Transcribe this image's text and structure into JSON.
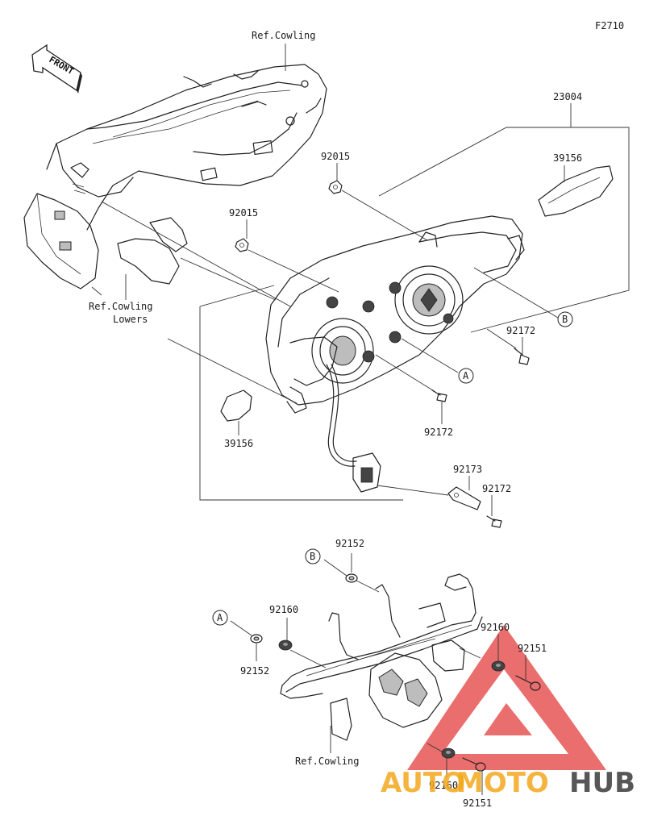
{
  "diagram": {
    "figure_code": "F2710",
    "front_label": "FRONT",
    "ref_cowling_top": "Ref.Cowling",
    "ref_cowling_lowers_line1": "Ref.Cowling",
    "ref_cowling_lowers_line2": "Lowers",
    "ref_cowling_bottom": "Ref.Cowling",
    "parts": {
      "headlight_assembly": "23004",
      "cover_right": "39156",
      "cover_left": "39156",
      "nut_upper": "92015",
      "nut_lower": "92015",
      "screw_right": "92172",
      "screw_center": "92172",
      "screw_lower": "92172",
      "plate": "92173",
      "collar_b": "92152",
      "collar_a": "92152",
      "damper_left": "92160",
      "damper_right": "92160",
      "damper_bottom": "92160",
      "bolt_right": "92151",
      "bolt_bottom": "92151"
    },
    "markers": {
      "a_upper": "A",
      "b_upper": "B",
      "a_lower": "A",
      "b_lower": "B"
    }
  },
  "watermark": {
    "text_auto": "AUTO",
    "text_moto": "MOTO",
    "text_hub": "HUB",
    "color_auto": "#f4a81c",
    "color_moto": "#f4a81c",
    "color_hub": "#3a3a3a",
    "color_triangle": "#e02a2a"
  }
}
